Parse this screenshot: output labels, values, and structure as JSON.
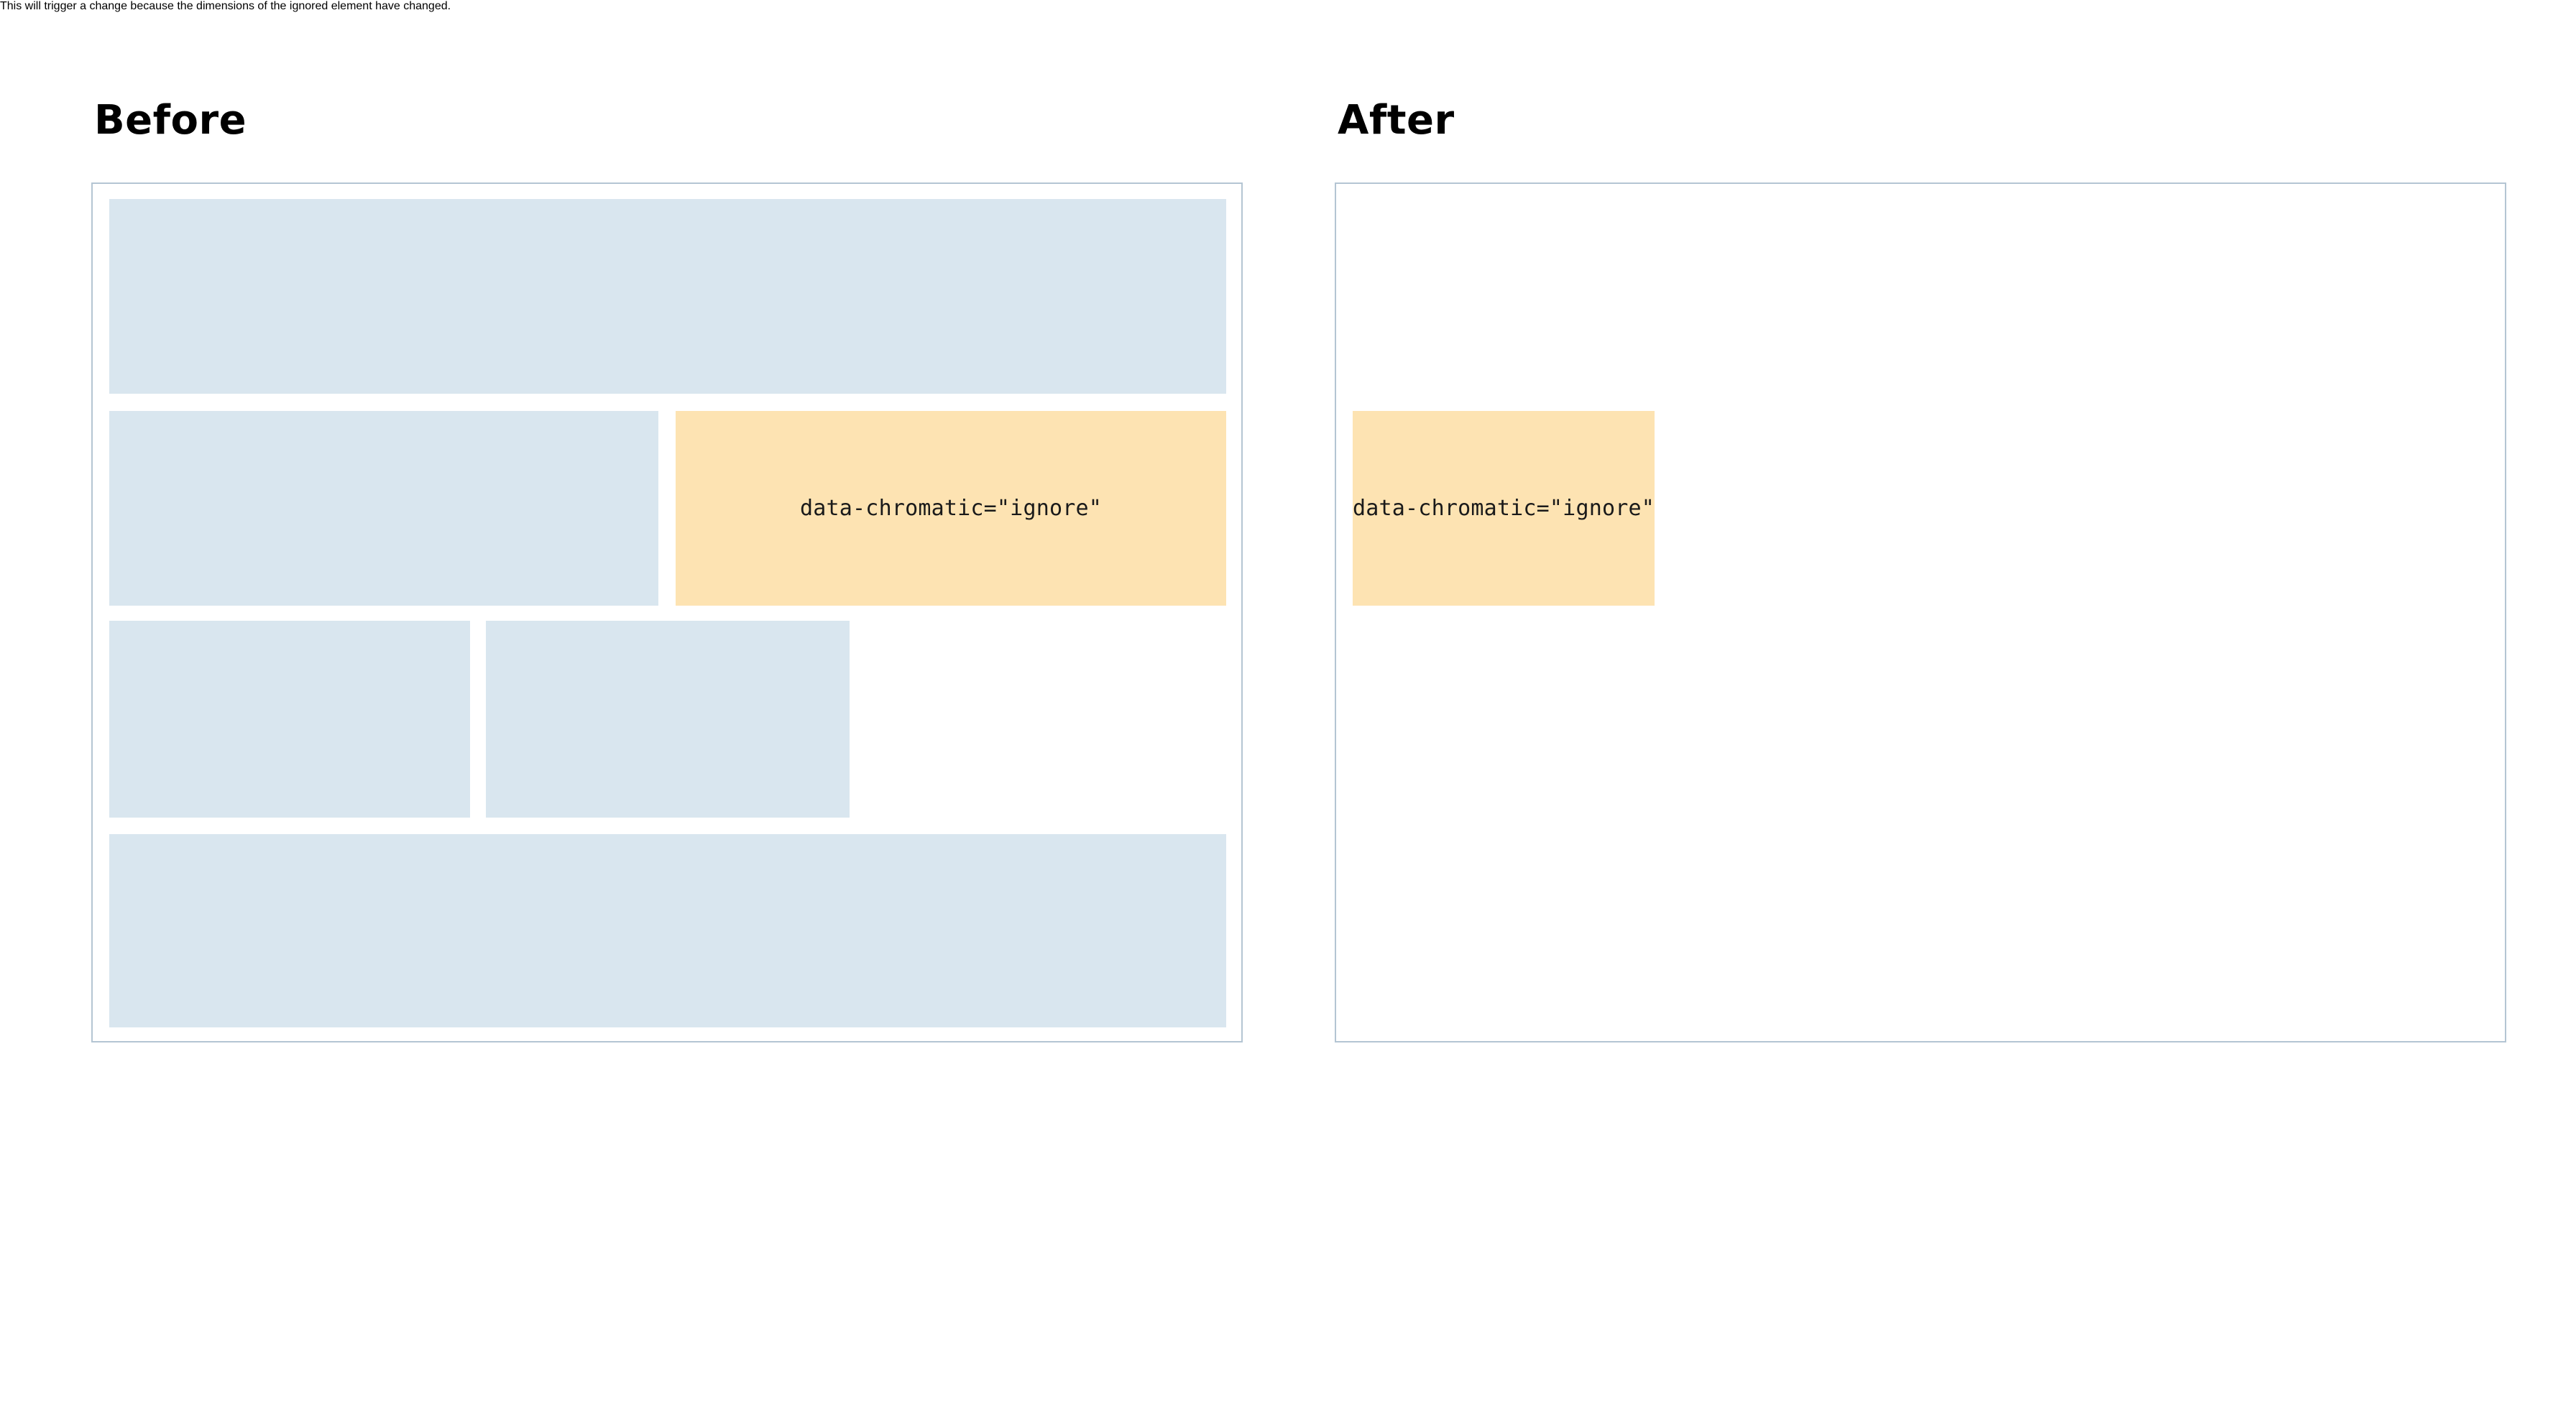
{
  "comparison": {
    "before": {
      "heading": "Before",
      "blocks": [
        {
          "id": "row1-full",
          "kind": "placeholder",
          "label": ""
        },
        {
          "id": "row2-left",
          "kind": "placeholder",
          "label": ""
        },
        {
          "id": "row2-right",
          "kind": "ignored",
          "label": "data-chromatic=\"ignore\""
        },
        {
          "id": "row3-col1",
          "kind": "placeholder",
          "label": ""
        },
        {
          "id": "row3-col2",
          "kind": "placeholder",
          "label": ""
        },
        {
          "id": "row3-col3",
          "kind": "placeholder",
          "label": ""
        },
        {
          "id": "row4-full",
          "kind": "placeholder",
          "label": ""
        }
      ]
    },
    "after": {
      "heading": "After",
      "blocks": [
        {
          "id": "row1-full",
          "kind": "placeholder",
          "label": ""
        },
        {
          "id": "row2-left",
          "kind": "placeholder",
          "label": ""
        },
        {
          "id": "row2-right",
          "kind": "ignored",
          "label": "data-chromatic=\"ignore\""
        },
        {
          "id": "row3-col1",
          "kind": "placeholder",
          "label": ""
        },
        {
          "id": "row3-col2",
          "kind": "placeholder",
          "label": ""
        },
        {
          "id": "row3-col3",
          "kind": "placeholder",
          "label": ""
        },
        {
          "id": "row4-full",
          "kind": "placeholder",
          "label": ""
        }
      ]
    }
  },
  "caption": {
    "line1": "This will trigger a change because the dimensions of the",
    "line2": "ignored element have changed."
  },
  "colors": {
    "page_background": "#ffffff",
    "panel_border": "#b4c5d3",
    "placeholder_block": "#d9e6ef",
    "ignored_block": "#fde3b2",
    "text": "#000000"
  }
}
